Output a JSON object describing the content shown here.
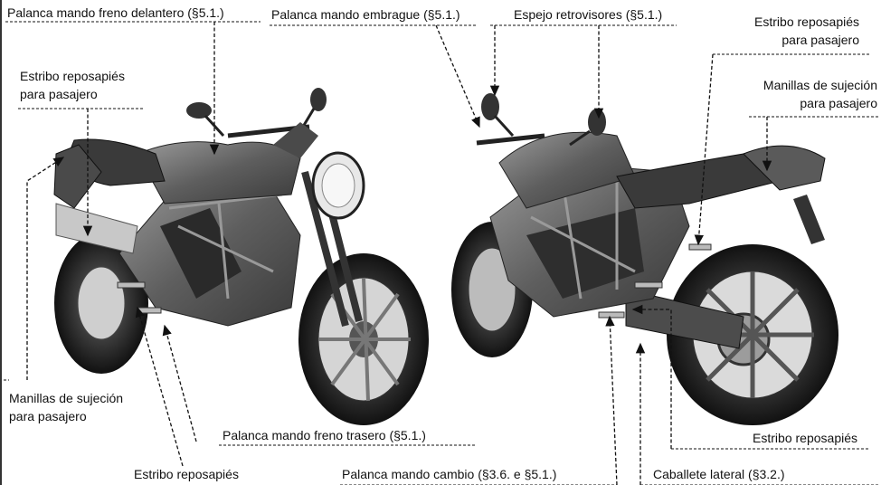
{
  "labels": {
    "front_brake_lever": "Palanca mando freno delantero (§5.1.)",
    "clutch_lever": "Palanca mando embrague (§5.1.)",
    "mirrors": "Espejo retrovisores (§5.1.)",
    "passenger_footrest_right_l1": "Estribo reposapiés",
    "passenger_footrest_right_l2": "para pasajero",
    "passenger_handles_right_l1": "Manillas de sujeción",
    "passenger_handles_right_l2": "para pasajero",
    "passenger_footrest_left_l1": "Estribo reposapiés",
    "passenger_footrest_left_l2": "para pasajero",
    "passenger_handles_left_l1": "Manillas de sujeción",
    "passenger_handles_left_l2": "para pasajero",
    "rear_brake_lever": "Palanca mando freno trasero (§5.1.)",
    "footrest_left": "Estribo reposapiés",
    "gear_lever": "Palanca mando cambio (§3.6. e §5.1.)",
    "side_stand": "Caballete lateral (§3.2.)",
    "footrest_right": "Estribo reposapiés"
  },
  "colors": {
    "ink": "#111111",
    "bike_dark": "#2a2a2a",
    "bike_mid": "#6e6e6e",
    "bike_light": "#bdbdbd"
  }
}
